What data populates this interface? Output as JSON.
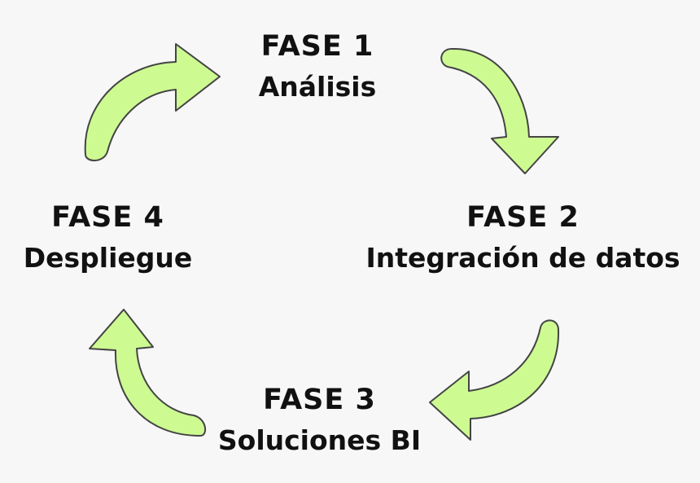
{
  "diagram": {
    "type": "cycle",
    "accent_color": "#cdfb92",
    "outline_color": "#444444",
    "text_color": "#111111",
    "phases": [
      {
        "number": "FASE 1",
        "name": "Análisis"
      },
      {
        "number": "FASE 2",
        "name": "Integración de datos"
      },
      {
        "number": "FASE 3",
        "name": "Soluciones BI"
      },
      {
        "number": "FASE 4",
        "name": "Despliegue"
      }
    ]
  }
}
